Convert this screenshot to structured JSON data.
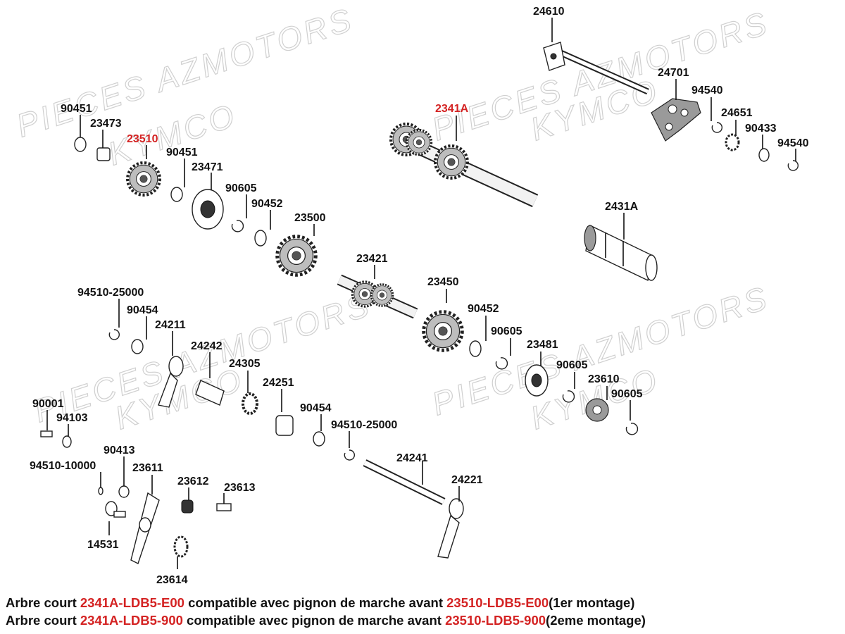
{
  "watermarks": [
    "PIECES AZMOTORS",
    "KYMCO"
  ],
  "part_numbers": {
    "p24610": "24610",
    "p24701": "24701",
    "p94540a": "94540",
    "p24651": "24651",
    "p90433": "90433",
    "p94540b": "94540",
    "p2341A": "2341A",
    "p2431A": "2431A",
    "p90451a": "90451",
    "p23473": "23473",
    "p23510": "23510",
    "p90451b": "90451",
    "p23471": "23471",
    "p90605a": "90605",
    "p90452a": "90452",
    "p23500": "23500",
    "p23421": "23421",
    "p23450": "23450",
    "p90452b": "90452",
    "p90605b": "90605",
    "p23481": "23481",
    "p90605c": "90605",
    "p23610": "23610",
    "p90605d": "90605",
    "p94510_25000a": "94510-25000",
    "p90454a": "90454",
    "p24211": "24211",
    "p24242": "24242",
    "p24305": "24305",
    "p24251": "24251",
    "p90454b": "90454",
    "p94510_25000b": "94510-25000",
    "p90001": "90001",
    "p94103": "94103",
    "p90413": "90413",
    "p94510_10000": "94510-10000",
    "p23611": "23611",
    "p23612": "23612",
    "p23613": "23613",
    "p14531": "14531",
    "p23614": "23614",
    "p24241": "24241",
    "p24221": "24221"
  },
  "footer": {
    "line1": {
      "prefix": "Arbre court ",
      "shaft": "2341A-LDB5-E00",
      "middle": " compatible avec pignon de marche avant ",
      "gear": "23510-LDB5-E00",
      "suffix": "(1er montage)"
    },
    "line2": {
      "prefix": "Arbre court ",
      "shaft": "2341A-LDB5-900",
      "middle": " compatible avec pignon de marche avant ",
      "gear": "23510-LDB5-900",
      "suffix": "(2eme  montage)"
    }
  },
  "colors": {
    "highlight": "#d42323",
    "text": "#111111"
  }
}
